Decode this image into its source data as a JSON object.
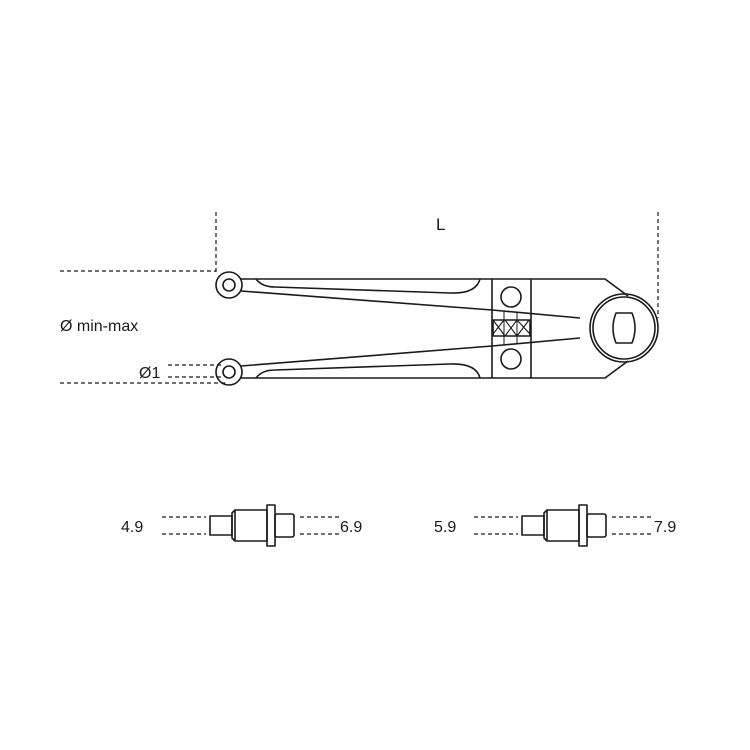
{
  "diagram": {
    "type": "technical-drawing",
    "subject": "pin spanner / face spanner wrench with interchangeable pins",
    "colors": {
      "line": "#1a1a1a",
      "background": "#ffffff"
    },
    "labels": {
      "length": "L",
      "opening": "Ø min-max",
      "pin_diameter": "Ø1"
    },
    "pins": [
      {
        "left_label": "4.9",
        "right_label": "6.9"
      },
      {
        "left_label": "5.9",
        "right_label": "7.9"
      }
    ]
  }
}
